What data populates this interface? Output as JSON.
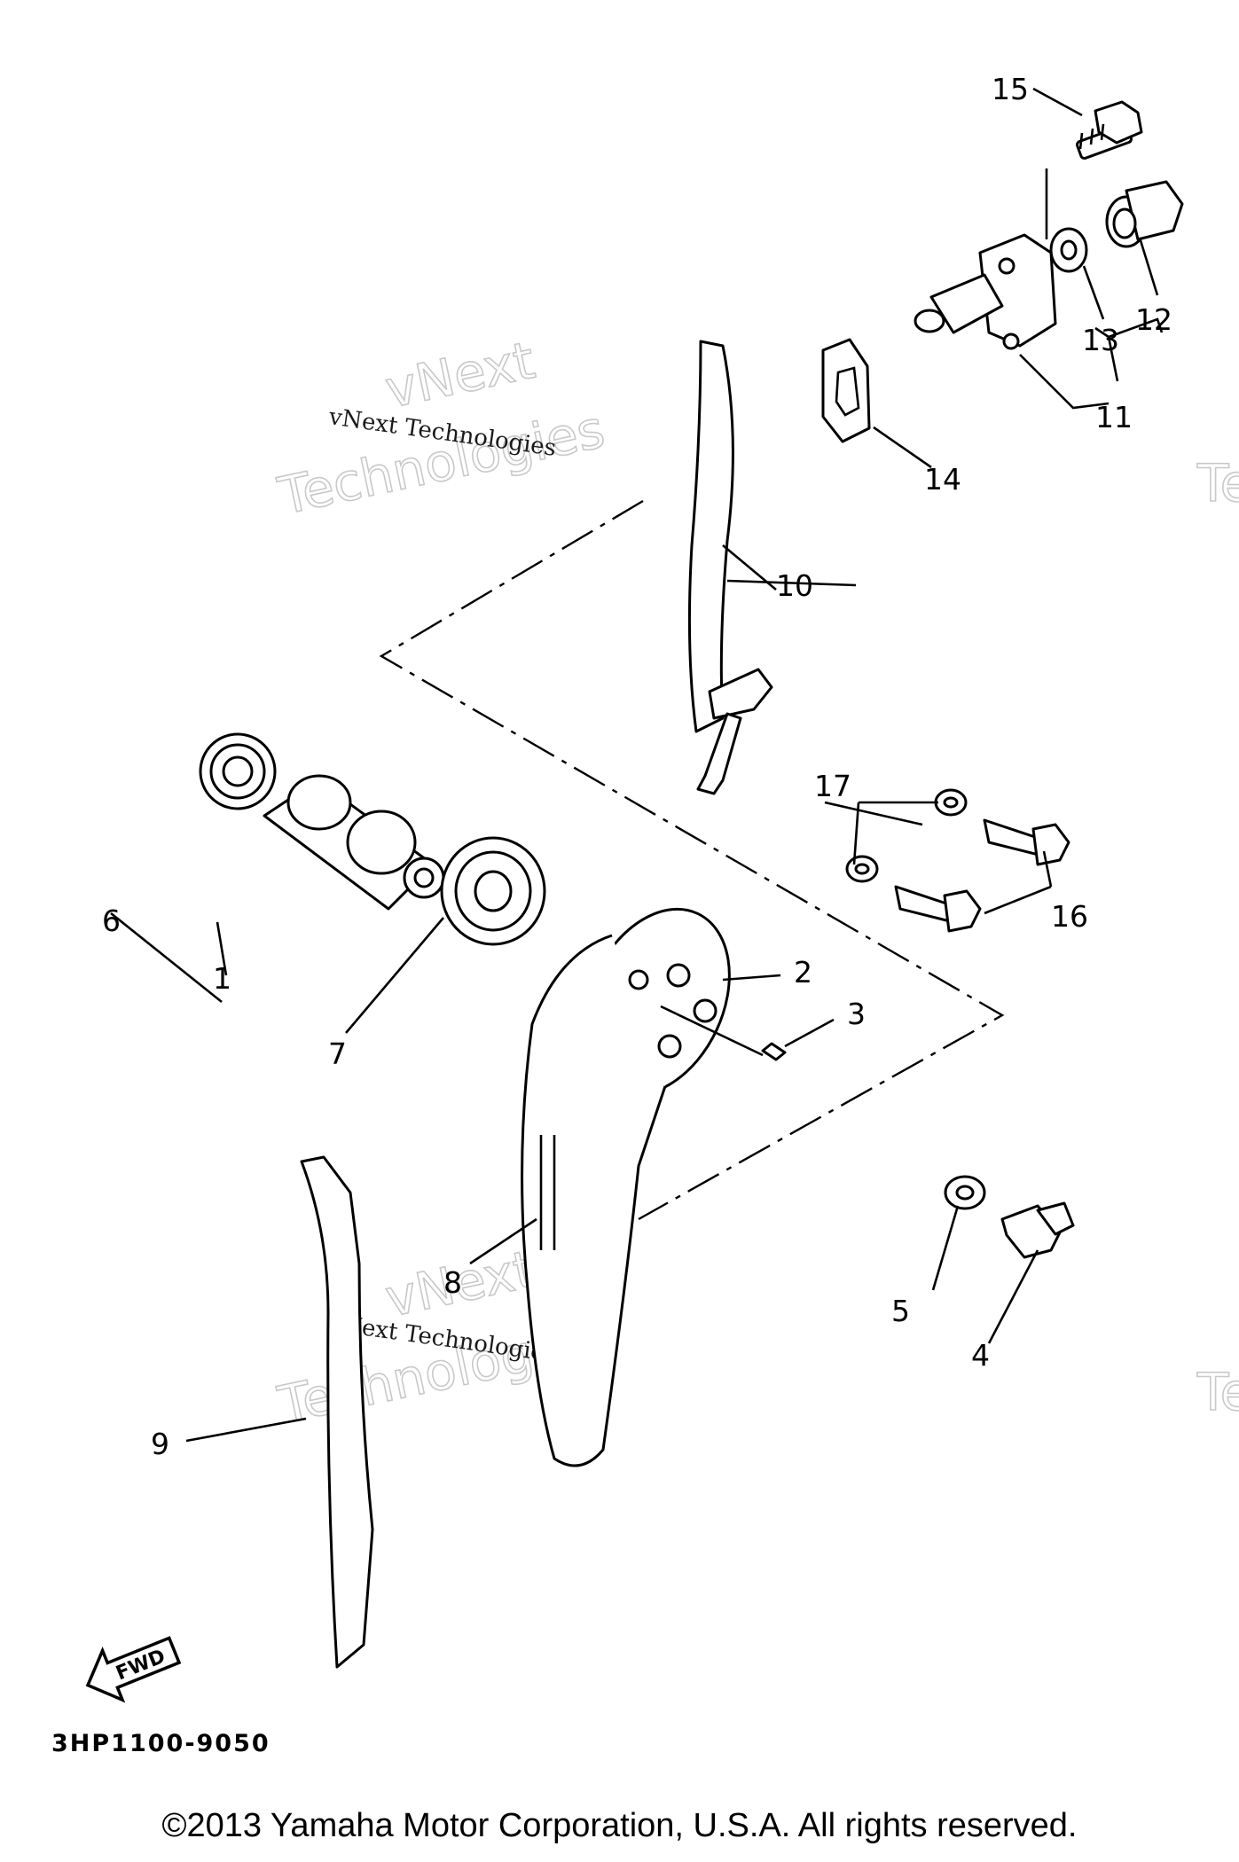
{
  "diagram_code": "3HP1100-9050",
  "copyright": "©2013 Yamaha Motor Corporation, U.S.A. All rights reserved.",
  "fwd_label": "FWD",
  "watermark": {
    "line1": "vNext Technologies",
    "big1": "vNext",
    "big2": "Technologies",
    "edge": "Te"
  },
  "callouts": [
    "1",
    "2",
    "3",
    "4",
    "5",
    "6",
    "7",
    "8",
    "9",
    "10",
    "11",
    "12",
    "13",
    "14",
    "15",
    "16",
    "17"
  ]
}
